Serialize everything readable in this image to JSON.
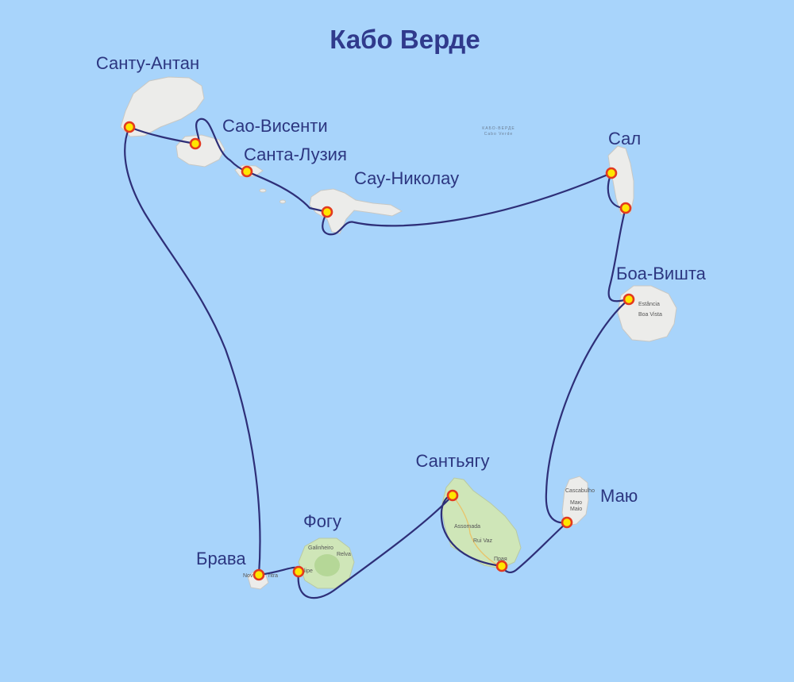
{
  "map": {
    "title": "Кабо Верде",
    "ocean_color": "#a8d4fb",
    "route_color": "#2e2f78",
    "marker_fill": "#ffe600",
    "marker_stroke": "#e23a1f",
    "islands": [
      {
        "id": "santo-antao",
        "label": "Санту-Антан"
      },
      {
        "id": "sao-vicente",
        "label": "Сао-Висенти"
      },
      {
        "id": "santa-luzia",
        "label": "Санта-Лузия"
      },
      {
        "id": "sao-nicolau",
        "label": "Сау-Николау"
      },
      {
        "id": "sal",
        "label": "Сал"
      },
      {
        "id": "boa-vista",
        "label": "Боа-Вишта"
      },
      {
        "id": "maio",
        "label": "Маю"
      },
      {
        "id": "santiago",
        "label": "Сантьягу"
      },
      {
        "id": "fogo",
        "label": "Фогу"
      },
      {
        "id": "brava",
        "label": "Брава"
      }
    ],
    "small_place_labels": {
      "santiago_assomada": "Assomada",
      "santiago_rui_vaz": "Rui Vaz",
      "santiago_praia": "Прая",
      "maio_cascabulho": "Cascabulho",
      "maio_maio_top": "Маю",
      "maio_maio_bottom": "Maio",
      "fogo_galinheiro": "Galinheiro",
      "fogo_relva": "Relva",
      "fogo_filipe": "lipe",
      "brava_nova": "Nov",
      "brava_sintra": "ntra",
      "boa_vista_estancia": "Estância",
      "boa_vista_boa_vista": "Boa Vista",
      "ocean_label_top": "КАБО-ВЕРДЕ",
      "ocean_label_bottom": "Cabo Verde"
    }
  }
}
